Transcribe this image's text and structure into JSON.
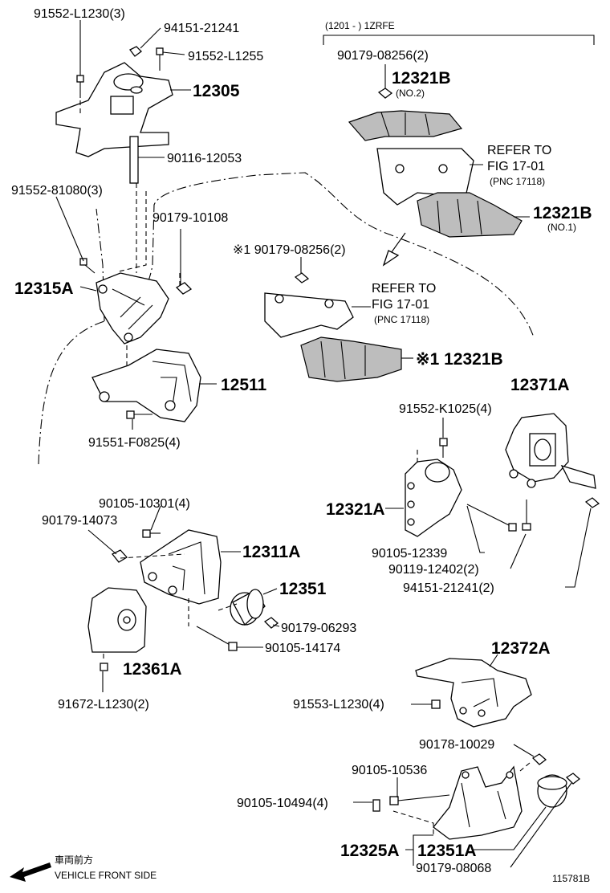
{
  "header_bracket": "(1201 -      ) 1ZRFE",
  "labels": {
    "p91552_L1230_3": "91552-L1230(3)",
    "p94151_21241": "94151-21241",
    "p91552_L1255": "91552-L1255",
    "p12305": "12305",
    "p90116_12053": "90116-12053",
    "p91552_81080_3": "91552-81080(3)",
    "p90179_10108": "90179-10108",
    "p12315A": "12315A",
    "p12511": "12511",
    "p91551_F0825_4": "91551-F0825(4)",
    "p90179_08256_2_top": "90179-08256(2)",
    "p12321B_top": "12321B",
    "no2": "(NO.2)",
    "refer1a": "REFER TO",
    "refer1b": "FIG 17-01",
    "refer1c": "(PNC 17118)",
    "p12321B_no1": "12321B",
    "no1": "(NO.1)",
    "p90179_08256_2_mid": "※1 90179-08256(2)",
    "refer2a": "REFER TO",
    "refer2b": "FIG 17-01",
    "refer2c": "(PNC 17118)",
    "p12321B_mid": "※1 12321B",
    "p12371A": "12371A",
    "p91552_K1025_4": "91552-K1025(4)",
    "p12321A": "12321A",
    "p90105_12339": "90105-12339",
    "p90119_12402_2": "90119-12402(2)",
    "p94151_21241_2": "94151-21241(2)",
    "p90105_10301_4": "90105-10301(4)",
    "p90179_14073": "90179-14073",
    "p12311A": "12311A",
    "p12351": "12351",
    "p90179_06293": "90179-06293",
    "p90105_14174": "90105-14174",
    "p12361A": "12361A",
    "p91672_L1230_2": "91672-L1230(2)",
    "p12372A": "12372A",
    "p91553_L1230_4": "91553-L1230(4)",
    "p90178_10029": "90178-10029",
    "p90105_10536": "90105-10536",
    "p90105_10494_4": "90105-10494(4)",
    "p12325A": "12325A",
    "p12351A": "12351A",
    "p90179_08068": "90179-08068"
  },
  "footer": {
    "front_jp": "車両前方",
    "front_en": "VEHICLE FRONT SIDE",
    "figure_id": "115781B"
  }
}
